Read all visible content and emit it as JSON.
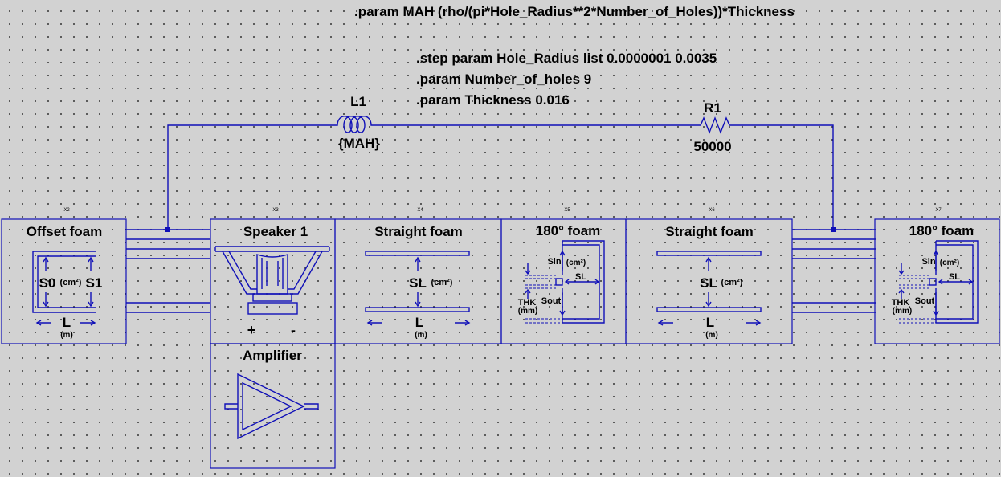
{
  "directives": {
    "param_mah": ".param MAH (rho/(pi*Hole_Radius**2*Number_of_Holes))*Thickness",
    "step": ".step param Hole_Radius list 0.0000001 0.0035",
    "param_holes": ".param Number_of_holes 9",
    "param_thickness": ".param Thickness 0.016"
  },
  "components": {
    "inductor": {
      "name": "L1",
      "value": "{MAH}"
    },
    "resistor": {
      "name": "R1",
      "value": "50000"
    }
  },
  "blocks": {
    "offset_foam": {
      "ref": "X2",
      "title": "Offset foam",
      "s0": "S0",
      "s1": "S1",
      "unit_area": "(cm²)",
      "length": "L",
      "unit_len": "(m)"
    },
    "speaker": {
      "ref": "X3",
      "title": "Speaker 1",
      "plus": "+",
      "minus": "-"
    },
    "amplifier": {
      "title": "Amplifier"
    },
    "straight_foam_1": {
      "ref": "X4",
      "title": "Straight foam",
      "sl": "SL",
      "unit_area": "(cm²)",
      "length": "L",
      "unit_len": "(m)"
    },
    "foam_180_1": {
      "ref": "X5",
      "title": "180° foam",
      "sin": "Sin",
      "unit_area": "(cm²)",
      "sl": "SL",
      "thk": "THK",
      "thk_unit": "(mm)",
      "sout": "Sout"
    },
    "straight_foam_2": {
      "ref": "X6",
      "title": "Straight foam",
      "sl": "SL",
      "unit_area": "(cm²)",
      "length": "L",
      "unit_len": "(m)"
    },
    "foam_180_2": {
      "ref": "X7",
      "title": "180° foam",
      "sin": "Sin",
      "unit_area": "(cm²)",
      "sl": "SL",
      "thk": "THK",
      "thk_unit": "(mm)",
      "sout": "Sout"
    }
  }
}
